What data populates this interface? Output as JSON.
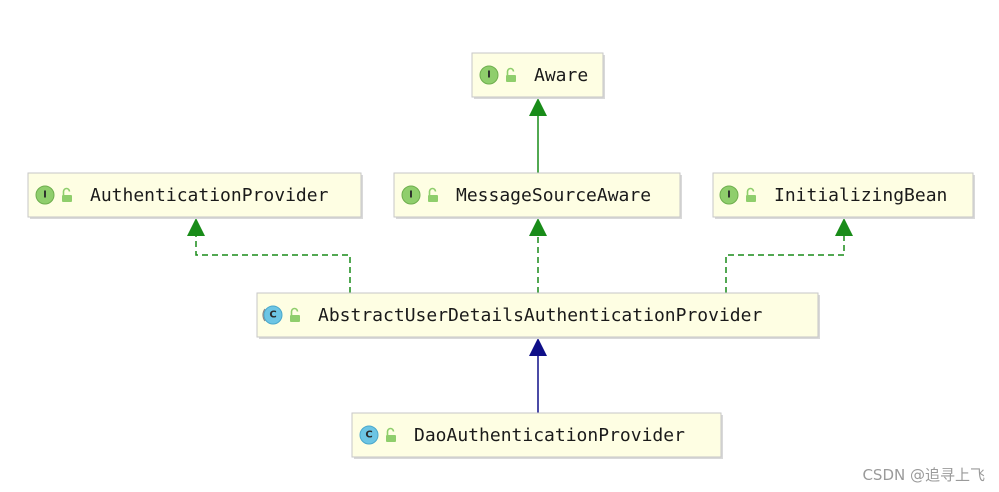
{
  "nodes": {
    "aware": {
      "label": "Aware",
      "kind": "interface",
      "badge": "I"
    },
    "authentication_provider": {
      "label": "AuthenticationProvider",
      "kind": "interface",
      "badge": "I"
    },
    "message_source_aware": {
      "label": "MessageSourceAware",
      "kind": "interface",
      "badge": "I"
    },
    "initializing_bean": {
      "label": "InitializingBean",
      "kind": "interface",
      "badge": "I"
    },
    "abstract_user_details": {
      "label": "AbstractUserDetailsAuthenticationProvider",
      "kind": "abstract-class",
      "badge": "C"
    },
    "dao_authentication_provider": {
      "label": "DaoAuthenticationProvider",
      "kind": "class",
      "badge": "C"
    }
  },
  "edges": [
    {
      "from": "message_source_aware",
      "to": "aware",
      "type": "extends"
    },
    {
      "from": "abstract_user_details",
      "to": "authentication_provider",
      "type": "implements"
    },
    {
      "from": "abstract_user_details",
      "to": "message_source_aware",
      "type": "implements"
    },
    {
      "from": "abstract_user_details",
      "to": "initializing_bean",
      "type": "implements"
    },
    {
      "from": "dao_authentication_provider",
      "to": "abstract_user_details",
      "type": "extends"
    }
  ],
  "colors": {
    "interface_edge": "#198c19",
    "class_edge": "#0f0f88",
    "interface_badge": "#8fce6c",
    "class_badge": "#6cc5e4",
    "node_fill": "#fefee3"
  },
  "icons": {
    "interface_badge": "interface-icon",
    "class_badge": "class-icon",
    "visibility": "unlock-icon"
  },
  "watermark": "CSDN @追寻上飞"
}
